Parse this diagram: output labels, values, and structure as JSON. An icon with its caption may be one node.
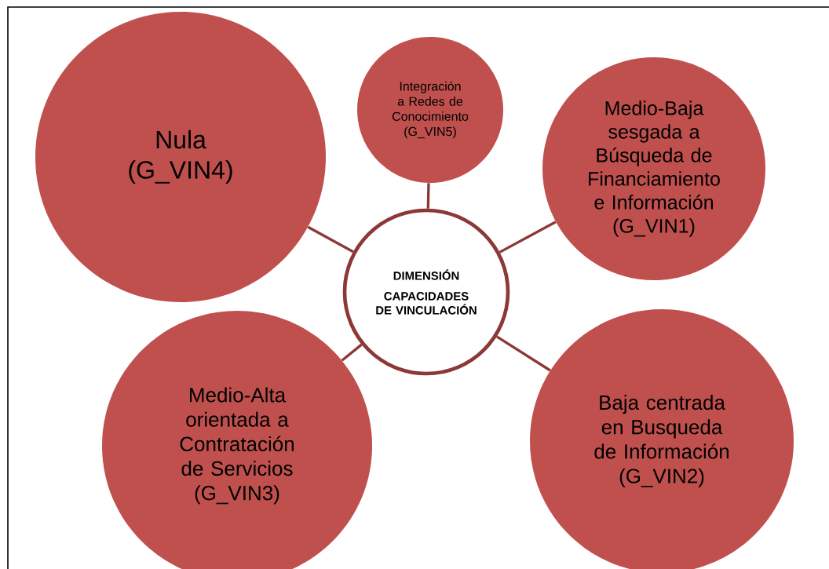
{
  "diagram": {
    "nodes": [
      {
        "text": [
          "Nula (G_VIN4)"
        ]
      },
      {
        "text": [
          "Integración a Redes de Conocimiento (G_VIN5)"
        ]
      },
      {
        "text": [
          "Medio-Baja sesgada a Búsqueda de Financiamiento e Información (G_VIN1)"
        ]
      },
      {
        "text": [
          "DIMENSIÓN",
          "CAPACIDADES DE VINCULACIÓN"
        ]
      },
      {
        "text": [
          "Medio-Alta orientada a Contratación de Servicios (G_VIN3)"
        ]
      },
      {
        "text": [
          "Baja centrada en Busqueda  de Información (G_VIN2)"
        ]
      }
    ],
    "edges": [
      {
        "from": 3,
        "to": 0,
        "arrow": "none"
      },
      {
        "from": 3,
        "to": 1,
        "arrow": "none"
      },
      {
        "from": 3,
        "to": 2,
        "arrow": "none"
      },
      {
        "from": 3,
        "to": 4,
        "arrow": "none"
      },
      {
        "from": 3,
        "to": 5,
        "arrow": "none"
      }
    ]
  }
}
